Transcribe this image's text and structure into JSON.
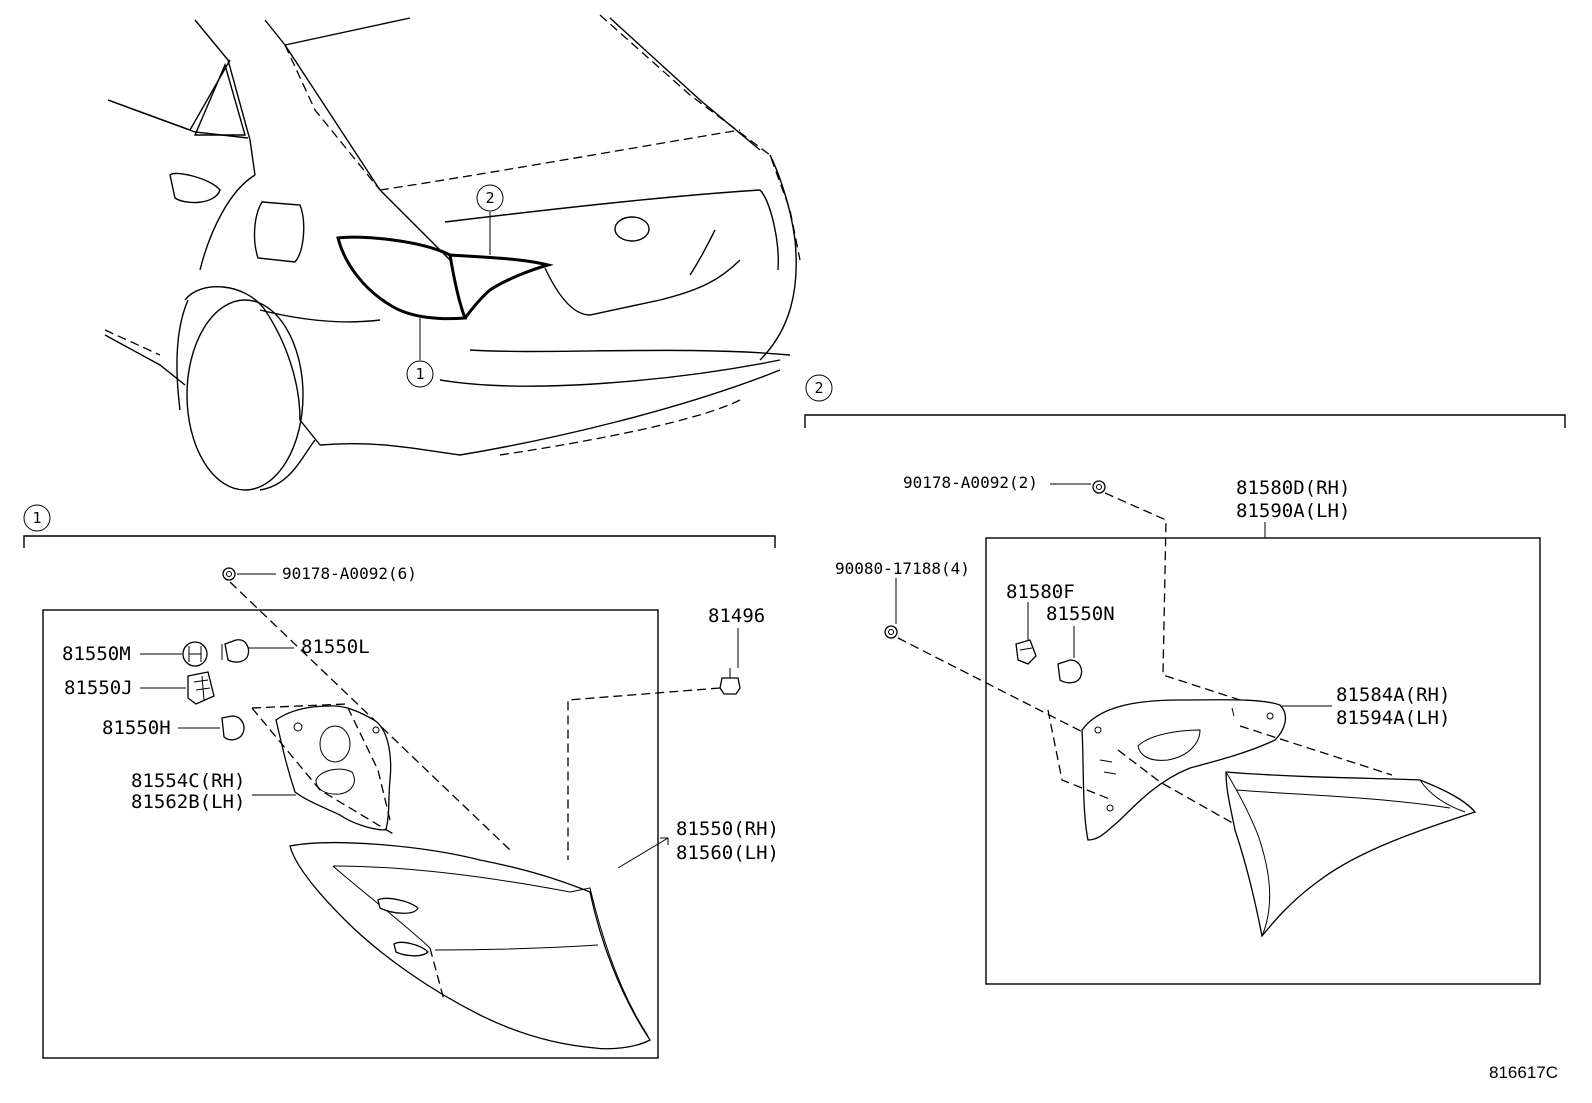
{
  "callouts": {
    "one": "1",
    "two": "2"
  },
  "left_group": {
    "bolt_top": "90178-A0092(6)",
    "socket_m": "81550M",
    "bulb_l": "81550L",
    "socket_j": "81550J",
    "bulb_h": "81550H",
    "gasket_rh": "81554C(RH)",
    "gasket_lh": "81562B(LH)",
    "clip": "81496",
    "lamp_rh": "81550(RH)",
    "lamp_lh": "81560(LH)"
  },
  "right_group": {
    "bolt_top": "90178-A0092(2)",
    "bolt_left": "90080-17188(4)",
    "lamp_rh": "81580D(RH)",
    "lamp_lh": "81590A(LH)",
    "socket_f": "81580F",
    "bulb_n": "81550N",
    "gasket_rh": "81584A(RH)",
    "gasket_lh": "81594A(LH)"
  },
  "figure_ref": "816617C"
}
